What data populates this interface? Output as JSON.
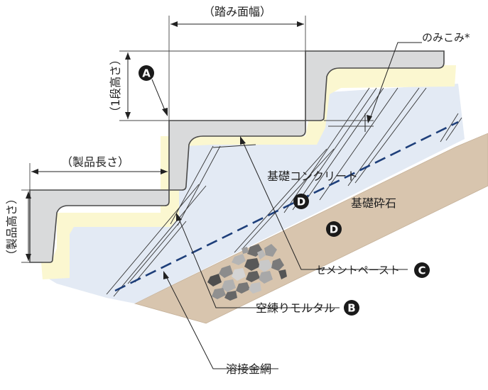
{
  "labels": {
    "tread_width": "（踏み面幅）",
    "step_height": "（1段高さ）",
    "product_length": "（製品長さ）",
    "product_height": "（製品高さ）",
    "nomikomi": "のみこみ*",
    "foundation_concrete": "基礎コンクリート",
    "crushed_stone": "基礎砕石",
    "cement_paste": "セメントペースト",
    "dry_mortar": "空練りモルタル",
    "welded_mesh": "溶接金網"
  },
  "badges": {
    "step_height": "A",
    "dry_mortar": "B",
    "cement_paste": "C",
    "foundation_concrete": "D",
    "crushed_stone": "D"
  },
  "colors": {
    "precast_block": "#d9dadb",
    "block_outline": "#4a4a4a",
    "mortar_layer": "#fbf7d0",
    "concrete": "#e3eaf4",
    "crushed_stone": "#d8c5ae",
    "mesh_line": "#1e3f7a",
    "badge": "#1a1a1a",
    "leader": "#222222"
  }
}
